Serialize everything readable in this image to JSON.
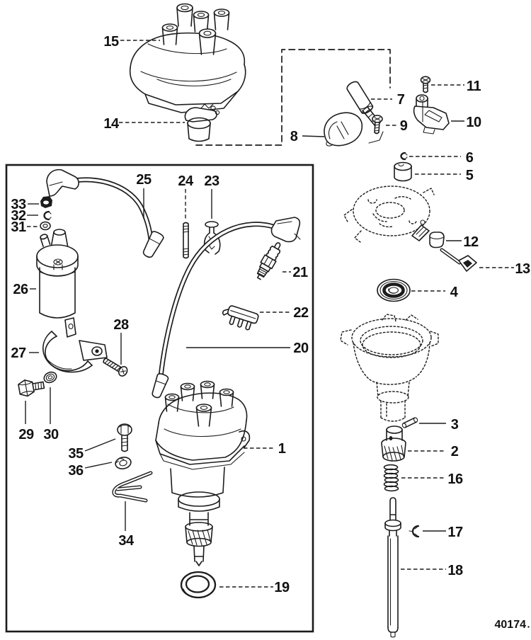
{
  "figure": {
    "drawing_number": "40174"
  },
  "callouts": {
    "1": "1",
    "2": "2",
    "3": "3",
    "4": "4",
    "5": "5",
    "6": "6",
    "7": "7",
    "8": "8",
    "9": "9",
    "10": "10",
    "11": "11",
    "12": "12",
    "13": "13",
    "14": "14",
    "15": "15",
    "16": "16",
    "17": "17",
    "18": "18",
    "19": "19",
    "20": "20",
    "21": "21",
    "22": "22",
    "23": "23",
    "24": "24",
    "25": "25",
    "26": "26",
    "27": "27",
    "28": "28",
    "29": "29",
    "30": "30",
    "31": "31",
    "32": "32",
    "33": "33",
    "34": "34",
    "35": "35",
    "36": "36"
  }
}
